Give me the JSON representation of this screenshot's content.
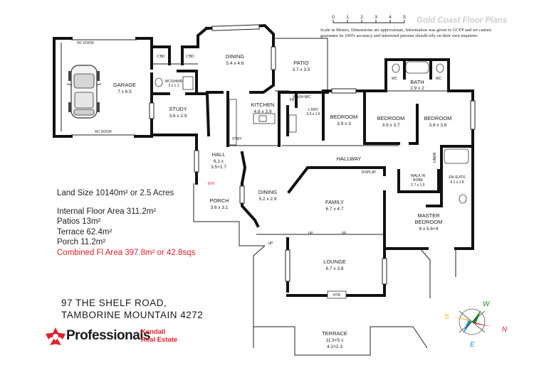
{
  "header": {
    "brand": "Gold Coast Floor Plans",
    "scale_ticks": [
      "0",
      "1",
      "2",
      "3",
      "4",
      "5"
    ],
    "disclaimer_line1": "Scale in Meters, Dimensions are approximate, Information was given to GCFP and we cannot",
    "disclaimer_line2": "guarantee its 100% accuracy and interested persons should rely on their own enquiries"
  },
  "rooms": {
    "garage": {
      "name": "GARAGE",
      "dims": "7 x 6.5"
    },
    "rc_door_top": "RC DOOR",
    "rc_door_bottom": "RC DOOR",
    "cbd1": "C'BD",
    "cbd2": "C'BD",
    "wc_shwr": {
      "name": "WC/SHWR",
      "dims": "3 x 1.1"
    },
    "study": {
      "name": "STUDY",
      "dims": "3.6 x 2.9"
    },
    "dining_top": {
      "name": "DINING",
      "dims": "5.4 x 4.6"
    },
    "patio": {
      "name": "PATIO",
      "dims": "3.7 x 3.5"
    },
    "kitchen": {
      "name": "KITCHEN",
      "dims": "4.8 x 3.9"
    },
    "fr": "FR",
    "wash_mc": "WASH M/C",
    "ldry": {
      "name": "L'DRY",
      "dims": "3.9 x 1.6"
    },
    "bedroom1": {
      "name": "BEDROOM",
      "dims": "3.9 x 3"
    },
    "wc1": "WC",
    "wc2": "WC",
    "bath": {
      "name": "BATH",
      "dims": "2.9 x 2"
    },
    "bedroom2": {
      "name": "BEDROOM",
      "dims": "3.9 x 3.7"
    },
    "bedroom3": {
      "name": "BEDROOM",
      "dims": "3.8 x 3.6"
    },
    "ptry": "PTRY",
    "hallway": "HALLWAY",
    "linen": "LINEN",
    "hall": {
      "name": "HALL",
      "dims1": "6.1 x",
      "dims2": "3.5+1.7"
    },
    "display": "DISPLAY",
    "walk_in_robe": {
      "name1": "WALK IN",
      "name2": "ROBE",
      "dims": "2.7 x 1.5"
    },
    "ensuite": {
      "name": "EN-SUITE",
      "dims": "4.1 x 1.8"
    },
    "ent": "ENT",
    "porch": {
      "name": "PORCH",
      "dims": "3.6 x 3.1"
    },
    "dining_lower": {
      "name": "DINING",
      "dims": "5.2 x 2.9"
    },
    "family": {
      "name": "FAMILY",
      "dims": "6.7 x 4.7"
    },
    "master": {
      "name1": "MASTER",
      "name2": "BEDROOM",
      "dims": "6 x 5.6+4"
    },
    "up1": "UP",
    "up2": "UP",
    "up3": "UP",
    "lounge": {
      "name": "LOUNGE",
      "dims": "6.7 x 3.8"
    },
    "htr": "HTR",
    "terrace": {
      "name": "TERRACE",
      "dims1": "11.5+5 x",
      "dims2": "4.2+2.3"
    }
  },
  "stats": {
    "land": "Land Size 10140m² or 2.5 Acres",
    "internal": "Internal Floor Area 311.2m²",
    "patios": "Patios 13m²",
    "terrace": "Terrace 62.4m²",
    "porch": "Porch 11.2m²",
    "combined": "Combined Fl Area 397.8m² or 42.8sqs"
  },
  "address": {
    "line1": "97 THE SHELF ROAD,",
    "line2": "TAMBORINE MOUNTAIN 4272"
  },
  "agency": {
    "name": "Professionals",
    "office1": "Kendall",
    "office2": "Real Estate"
  },
  "compass": {
    "w": "W",
    "n": "N",
    "e": "E",
    "s": "S"
  },
  "colors": {
    "accent_red": "#e0202a",
    "brand_grey": "#cfcfcf",
    "compass_green": "#1c8a2c",
    "compass_red": "#d0202a",
    "compass_blue": "#1e8fd0",
    "compass_yellow": "#d8c22a"
  }
}
